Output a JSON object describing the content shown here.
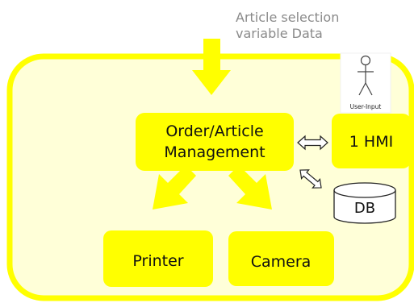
{
  "diagram": {
    "input_label_line1": "Article selection",
    "input_label_line2": "variable Data",
    "order_line1": "Order/Article",
    "order_line2": "Management",
    "hmi_label": "1 HMI",
    "user_input_label": "User-Input",
    "db_label": "DB",
    "printer_label": "Printer",
    "camera_label": "Camera"
  },
  "colors": {
    "container_fill": "#ffffd8",
    "container_stroke": "#ffff00",
    "box_fill": "#ffff00",
    "arrow_fill": "#ffff00",
    "db_fill": "#ffffff",
    "line": "#222222",
    "label_gray": "#8a8a8a"
  }
}
